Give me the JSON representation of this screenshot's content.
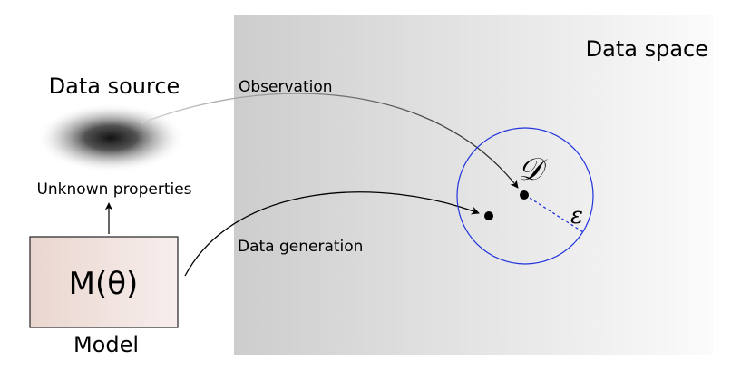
{
  "title_data_space": "Data space",
  "title_data_source": "Data source",
  "label_observation": "Observation",
  "label_unknown_properties": "Unknown properties",
  "label_data_generation": "Data generation",
  "model_symbol": "M(θ)",
  "label_model": "Model",
  "symbol_dataset": "𝒟",
  "symbol_epsilon": "ε",
  "colors": {
    "tolerance_circle": "#2233dd",
    "data_space_left": "#cdcdcd",
    "data_space_right": "#fbfbfb",
    "model_box_left": "#ead6cf",
    "model_box_right": "#f7eeed",
    "blob_core": "#111111"
  }
}
